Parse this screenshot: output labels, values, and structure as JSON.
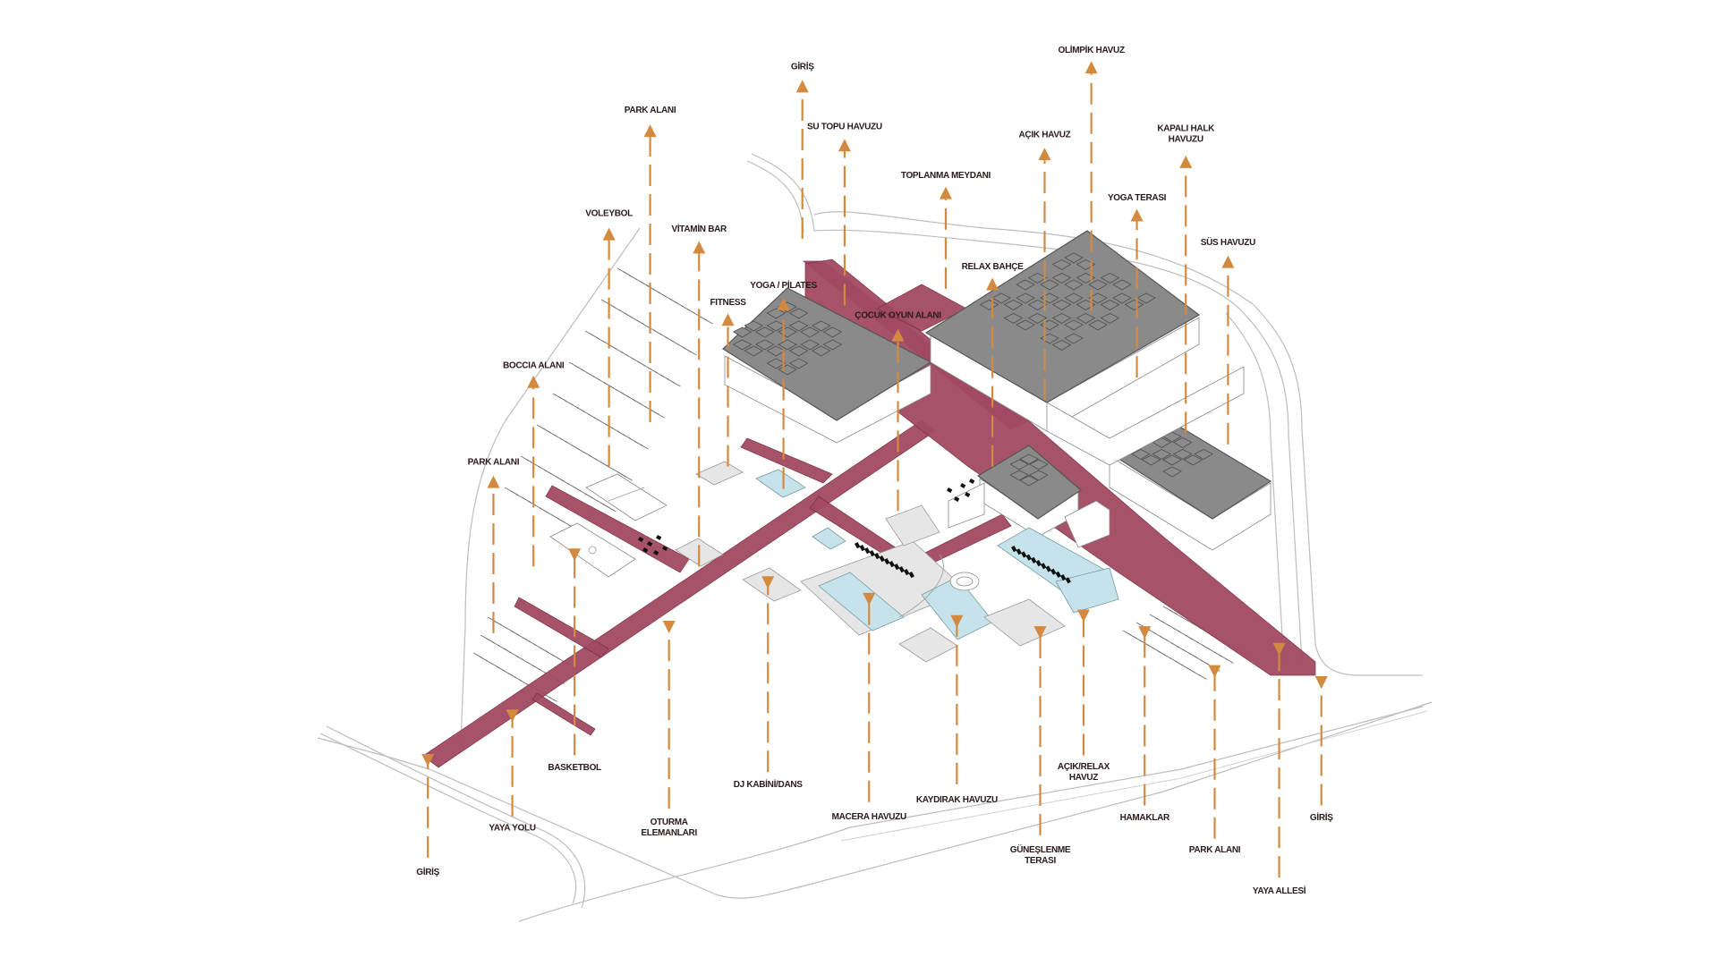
{
  "title": "Site plan – axonometric program diagram",
  "colors": {
    "arrow": "#d38a3f",
    "pedestrian_path": "#a24a63",
    "roof": "#8a8a8a",
    "pool_water": "#c6e2ea",
    "label_text": "#2a1a1a"
  },
  "labels_up": [
    {
      "id": "park-alani-top",
      "text": [
        "PARK ALANI"
      ]
    },
    {
      "id": "giris-top",
      "text": [
        "GİRİŞ"
      ]
    },
    {
      "id": "su-topu-havuzu",
      "text": [
        "SU TOPU HAVUZU"
      ]
    },
    {
      "id": "toplanma-meydani",
      "text": [
        "TOPLANMA MEYDANI"
      ]
    },
    {
      "id": "acik-havuz",
      "text": [
        "AÇIK HAVUZ"
      ]
    },
    {
      "id": "olimpik-havuz",
      "text": [
        "OLİMPİK HAVUZ"
      ]
    },
    {
      "id": "kapali-halk-havuzu",
      "text": [
        "KAPALI HALK",
        "HAVUZU"
      ]
    },
    {
      "id": "yoga-terasi",
      "text": [
        "YOGA TERASI"
      ]
    },
    {
      "id": "sus-havuzu",
      "text": [
        "SÜS HAVUZU"
      ]
    },
    {
      "id": "relax-bahce",
      "text": [
        "RELAX BAHÇE"
      ]
    },
    {
      "id": "voleybol",
      "text": [
        "VOLEYBOL"
      ]
    },
    {
      "id": "vitamin-bar",
      "text": [
        "VİTAMİN BAR"
      ]
    },
    {
      "id": "fitness",
      "text": [
        "FITNESS"
      ]
    },
    {
      "id": "yoga-pilates",
      "text": [
        "YOGA / PİLATES"
      ]
    },
    {
      "id": "cocuk-oyun-alani",
      "text": [
        "ÇOCUK OYUN ALANI"
      ]
    },
    {
      "id": "boccia-alani",
      "text": [
        "BOCCIA ALANI"
      ]
    },
    {
      "id": "park-alani-left",
      "text": [
        "PARK ALANI"
      ]
    }
  ],
  "labels_down": [
    {
      "id": "giris-bottom-left",
      "text": [
        "GİRİŞ"
      ]
    },
    {
      "id": "yaya-yolu",
      "text": [
        "YAYA YOLU"
      ]
    },
    {
      "id": "basketbol",
      "text": [
        "BASKETBOL"
      ]
    },
    {
      "id": "oturma-elemanlari",
      "text": [
        "OTURMA",
        "ELEMANLARI"
      ]
    },
    {
      "id": "dj-kabini-dans",
      "text": [
        "DJ KABİNİ/DANS"
      ]
    },
    {
      "id": "macera-havuzu",
      "text": [
        "MACERA HAVUZU"
      ]
    },
    {
      "id": "kaydirak-havuzu",
      "text": [
        "KAYDIRAK HAVUZU"
      ]
    },
    {
      "id": "guneslenme-terasi",
      "text": [
        "GÜNEŞLENME",
        "TERASI"
      ]
    },
    {
      "id": "acik-relax-havuz",
      "text": [
        "AÇIK/RELAX",
        "HAVUZ"
      ]
    },
    {
      "id": "hamaklar",
      "text": [
        "HAMAKLAR"
      ]
    },
    {
      "id": "park-alani-right",
      "text": [
        "PARK ALANI"
      ]
    },
    {
      "id": "yaya-allesi",
      "text": [
        "YAYA ALLESİ"
      ]
    },
    {
      "id": "giris-right",
      "text": [
        "GİRİŞ"
      ]
    }
  ]
}
